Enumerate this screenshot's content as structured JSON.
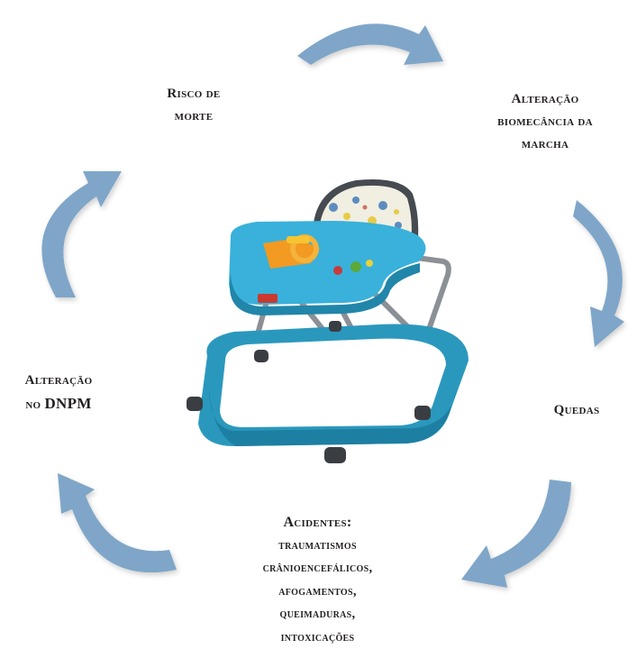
{
  "diagram": {
    "arrow_color": "#7fa6c8",
    "center_image": "baby-walker",
    "nodes": [
      {
        "id": "risco",
        "lines": [
          "Risco de",
          "morte"
        ]
      },
      {
        "id": "alteracao-marcha",
        "lines": [
          "Alteração",
          "biomecância da",
          "marcha"
        ]
      },
      {
        "id": "quedas",
        "lines": [
          "Quedas"
        ]
      },
      {
        "id": "acidentes",
        "lines": [
          "Acidentes:",
          "traumatismos",
          "crânioencefálicos,",
          "afogamentos,",
          "queimaduras,",
          "intoxicações"
        ]
      },
      {
        "id": "alteracao-dnpm",
        "lines": [
          "Alteração",
          "no",
          "DNPM"
        ]
      }
    ]
  }
}
